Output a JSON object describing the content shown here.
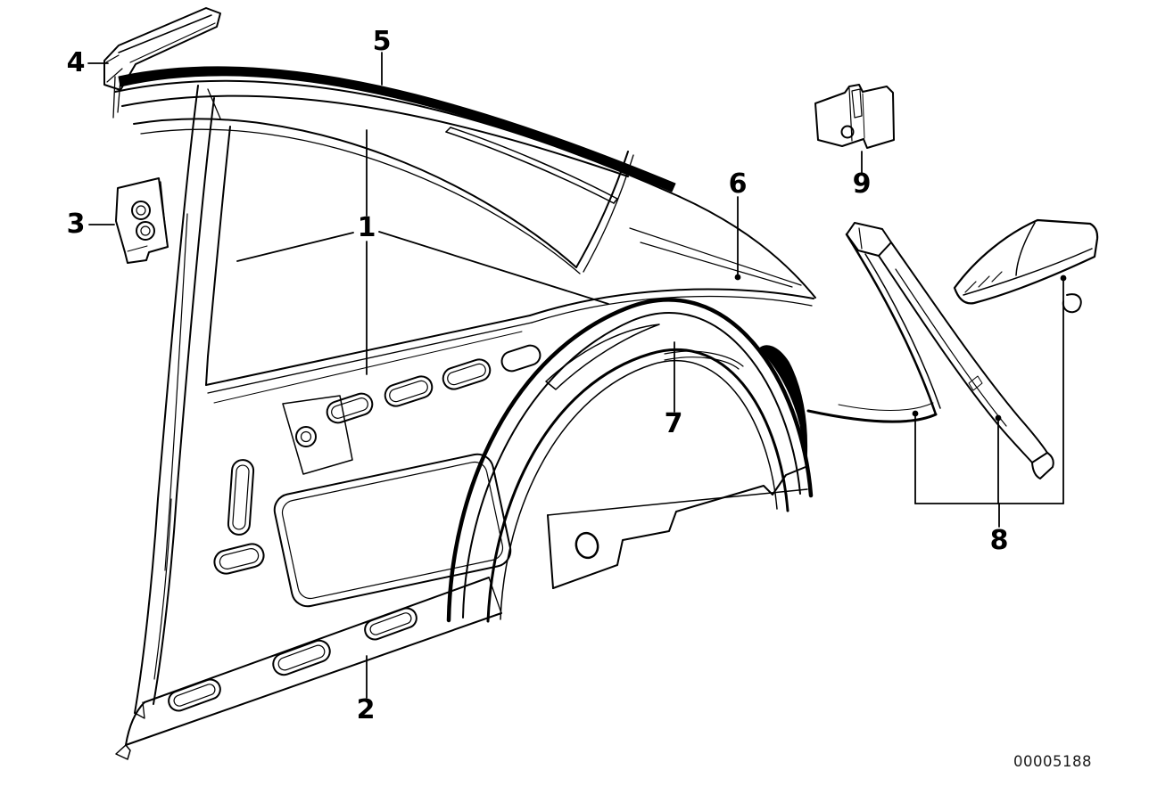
{
  "diagram": {
    "title": "body side frame parts diagram",
    "id_label": "00005188",
    "background_color": "#ffffff",
    "line_color": "#000000",
    "callouts": [
      {
        "label": "1"
      },
      {
        "label": "2"
      },
      {
        "label": "3"
      },
      {
        "label": "4"
      },
      {
        "label": "5"
      },
      {
        "label": "6"
      },
      {
        "label": "7"
      },
      {
        "label": "8"
      },
      {
        "label": "9"
      }
    ]
  }
}
